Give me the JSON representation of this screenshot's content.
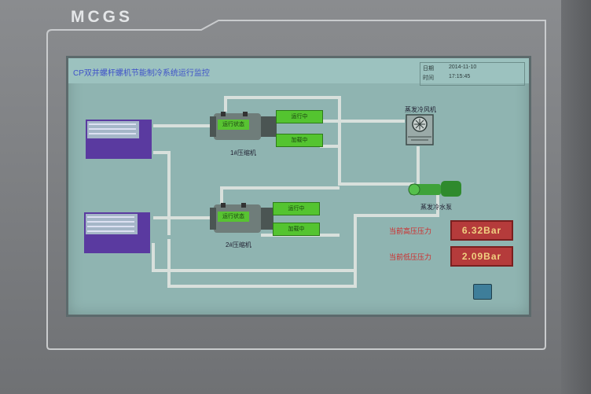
{
  "device": {
    "brand": "MCGS"
  },
  "screen": {
    "title": "CP双并螺杆螺机节能制冷系统运行监控",
    "datetime": {
      "date_label": "日期",
      "date_value": "2014-11-10",
      "time_label": "时间",
      "time_value": "17:15:45"
    },
    "compressor1": {
      "label": "1#压缩机",
      "tag": "运行状态",
      "status1": "运行中",
      "status2": "加载中"
    },
    "compressor2": {
      "label": "2#压缩机",
      "tag": "运行状态",
      "status1": "运行中",
      "status2": "加载中"
    },
    "cooling_fan_label": "蒸发冷风机",
    "pump_label": "蒸发冷水泵",
    "high_pressure": {
      "label": "当前高压压力",
      "value": "6.32Bar"
    },
    "low_pressure": {
      "label": "当前低压压力",
      "value": "2.09Bar"
    }
  },
  "colors": {
    "screen_bg": "#8fb4b1",
    "pipe": "#d8e0dc",
    "evaporator": "#5a3aa0",
    "status_green": "#54c430",
    "readout_red": "#b53b3b"
  }
}
